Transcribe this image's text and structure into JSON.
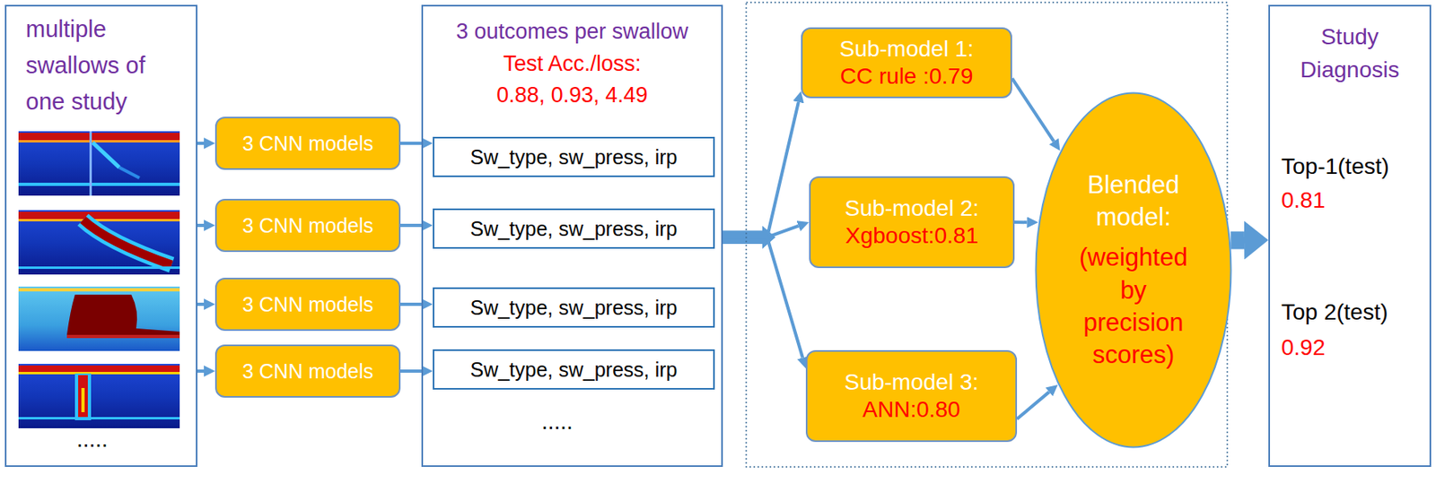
{
  "diagram": {
    "nodes": [
      {
        "text": [
          "multiple swallows of one study"
        ]
      },
      {
        "text": [
          "3 CNN models"
        ]
      },
      {
        "text": [
          "3 CNN models"
        ]
      },
      {
        "text": [
          "3 CNN models"
        ]
      },
      {
        "text": [
          "3 CNN models"
        ]
      },
      {
        "text": [
          "3 outcomes per swallow",
          "Test Acc./loss: 0.88, 0.93, 4.49"
        ]
      },
      {
        "text": [
          "Sw_type, sw_press, irp"
        ],
        "in": 5
      },
      {
        "text": [
          "Sw_type, sw_press, irp"
        ],
        "in": 5
      },
      {
        "text": [
          "Sw_type, sw_press, irp"
        ],
        "in": 5
      },
      {
        "text": [
          "Sw_type, sw_press, irp"
        ],
        "in": 5
      },
      {
        "text": [
          "Sub-model 1:",
          "CC rule :0.79"
        ]
      },
      {
        "text": [
          "Sub-model 2:",
          "Xgboost:0.81"
        ]
      },
      {
        "text": [
          "Sub-model 3:",
          "ANN:0.80"
        ]
      },
      {
        "text": [
          "Blended model:",
          "(weighted by precision scores)"
        ]
      },
      {
        "text": [
          "Study Diagnosis",
          "Top-1(test)",
          "0.81",
          "Top 2(test)",
          "0.92"
        ]
      }
    ],
    "edges": [
      {
        "from": 0,
        "to": 1,
        "arrow": "to"
      },
      {
        "from": 0,
        "to": 2,
        "arrow": "to"
      },
      {
        "from": 0,
        "to": 3,
        "arrow": "to"
      },
      {
        "from": 0,
        "to": 4,
        "arrow": "to"
      },
      {
        "from": 1,
        "to": 6,
        "arrow": "to"
      },
      {
        "from": 2,
        "to": 7,
        "arrow": "to"
      },
      {
        "from": 3,
        "to": 8,
        "arrow": "to"
      },
      {
        "from": 4,
        "to": 9,
        "arrow": "to"
      },
      {
        "from": 5,
        "to": 10,
        "arrow": "to"
      },
      {
        "from": 5,
        "to": 11,
        "arrow": "to"
      },
      {
        "from": 5,
        "to": 12,
        "arrow": "to"
      },
      {
        "from": 10,
        "to": 13,
        "arrow": "to"
      },
      {
        "from": 11,
        "to": 13,
        "arrow": "to"
      },
      {
        "from": 12,
        "to": 13,
        "arrow": "to"
      },
      {
        "from": 13,
        "to": 14,
        "arrow": "to"
      }
    ],
    "labels": [
      ".....",
      "....."
    ]
  }
}
